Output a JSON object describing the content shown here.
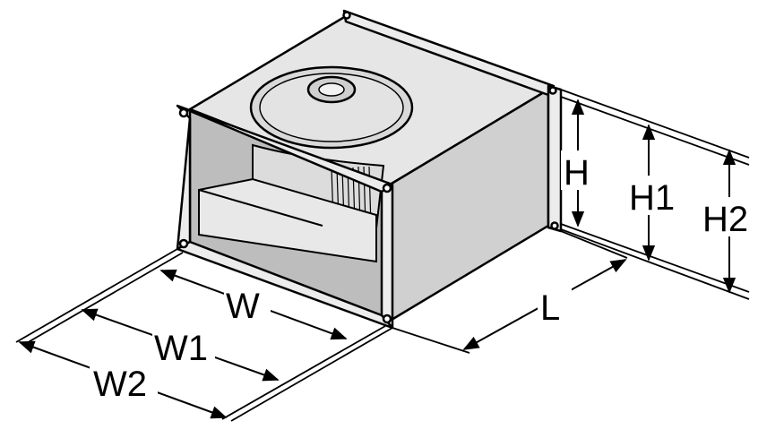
{
  "diagram": {
    "subject": "rectangular inline duct fan with centrifugal impeller",
    "labels": {
      "H": "H",
      "H1": "H1",
      "H2": "H2",
      "W": "W",
      "W1": "W1",
      "W2": "W2",
      "L": "L"
    },
    "colors": {
      "line": "#000000",
      "housing_top": "#e4e4e4",
      "housing_side": "#d2d2d2",
      "flange": "#ececec",
      "interior": "#bdbdbd",
      "motor": "#d8d8d8",
      "background": "#ffffff"
    }
  }
}
